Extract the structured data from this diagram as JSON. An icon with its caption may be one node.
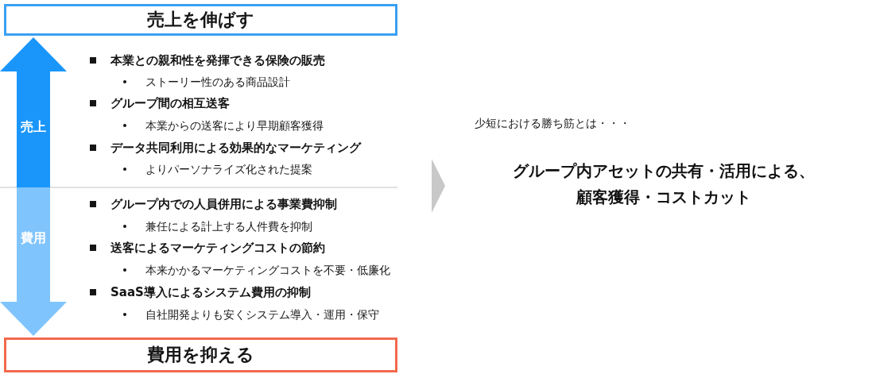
{
  "diagram": {
    "nodes": [
      {
        "text": [
          "売上を伸ばす"
        ]
      },
      {
        "text": [
          "費用を抑える"
        ]
      },
      {
        "text": [
          "グループ内アセットの共有・活用による、顧客獲得・コストカット"
        ]
      }
    ],
    "edges": [
      {
        "from": null,
        "to": 0,
        "arrow": "to",
        "label": "売上",
        "color": "#1a96fb"
      },
      {
        "from": null,
        "to": 1,
        "arrow": "to",
        "label": "費用",
        "color": "#80c4fd"
      }
    ],
    "labels": [
      "本業との親和性を発揮できる保険の販売",
      "ストーリー性のある商品設計",
      "グループ間の相互送客",
      "本業からの送客により早期顧客獲得",
      "データ共同利用による効果的なマーケティング",
      "よりパーソナライズ化された提案",
      "グループ内での人員併用による事業費抑制",
      "兼任による計上する人件費を抑制",
      "送客によるマーケティングコストの節約",
      "本来かかるマーケティングコストを不要・低廉化",
      "SaaS導入によるシステム費用の抑制",
      "自社開発よりも安くシステム導入・運用・保守",
      "少短における勝ち筋とは・・・"
    ]
  }
}
